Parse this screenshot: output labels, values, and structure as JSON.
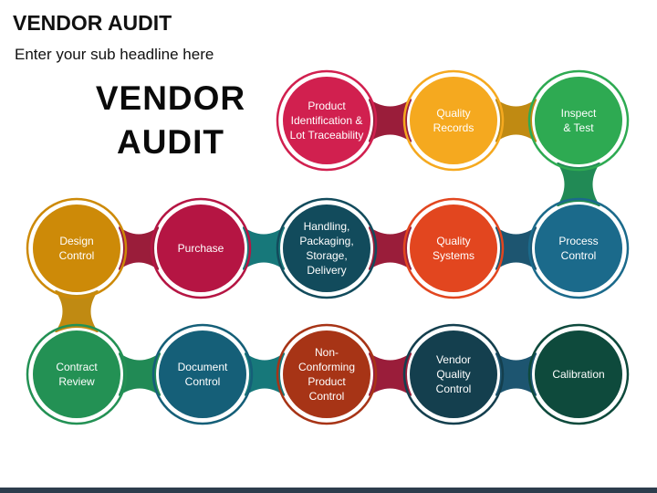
{
  "header": {
    "title": "VENDOR AUDIT",
    "subtitle": "Enter your sub headline here"
  },
  "heading": {
    "lines": [
      "VENDOR",
      "AUDIT"
    ]
  },
  "nodes": [
    {
      "id": "product-identification",
      "lines": [
        "Product",
        "Identification &",
        "Lot Traceability"
      ],
      "color": "#d1204f"
    },
    {
      "id": "quality-records",
      "lines": [
        "Quality",
        "Records"
      ],
      "color": "#f5a91f"
    },
    {
      "id": "inspect-test",
      "lines": [
        "Inspect",
        "& Test"
      ],
      "color": "#2eaa52"
    },
    {
      "id": "process-control",
      "lines": [
        "Process",
        "Control"
      ],
      "color": "#1b6a8b"
    },
    {
      "id": "quality-systems",
      "lines": [
        "Quality",
        "Systems"
      ],
      "color": "#e2461f"
    },
    {
      "id": "handling-packaging",
      "lines": [
        "Handling,",
        "Packaging,",
        "Storage,",
        "Delivery"
      ],
      "color": "#124b5c"
    },
    {
      "id": "purchase",
      "lines": [
        "Purchase"
      ],
      "color": "#b51543"
    },
    {
      "id": "design-control",
      "lines": [
        "Design",
        "Control"
      ],
      "color": "#cd8a08"
    },
    {
      "id": "contract-review",
      "lines": [
        "Contract",
        "Review"
      ],
      "color": "#239154"
    },
    {
      "id": "document-control",
      "lines": [
        "Document",
        "Control"
      ],
      "color": "#155f78"
    },
    {
      "id": "non-conforming",
      "lines": [
        "Non-",
        "Conforming",
        "Product",
        "Control"
      ],
      "color": "#a73416"
    },
    {
      "id": "vendor-quality-control",
      "lines": [
        "Vendor",
        "Quality",
        "Control"
      ],
      "color": "#143f4e"
    },
    {
      "id": "calibration",
      "lines": [
        "Calibration"
      ],
      "color": "#0e4a3c"
    }
  ],
  "connector_colors": {
    "dark_blue": "#1d5570",
    "teal": "#17787a",
    "maroon": "#9a1d3a",
    "gold": "#c08a12",
    "green": "#218a55"
  }
}
